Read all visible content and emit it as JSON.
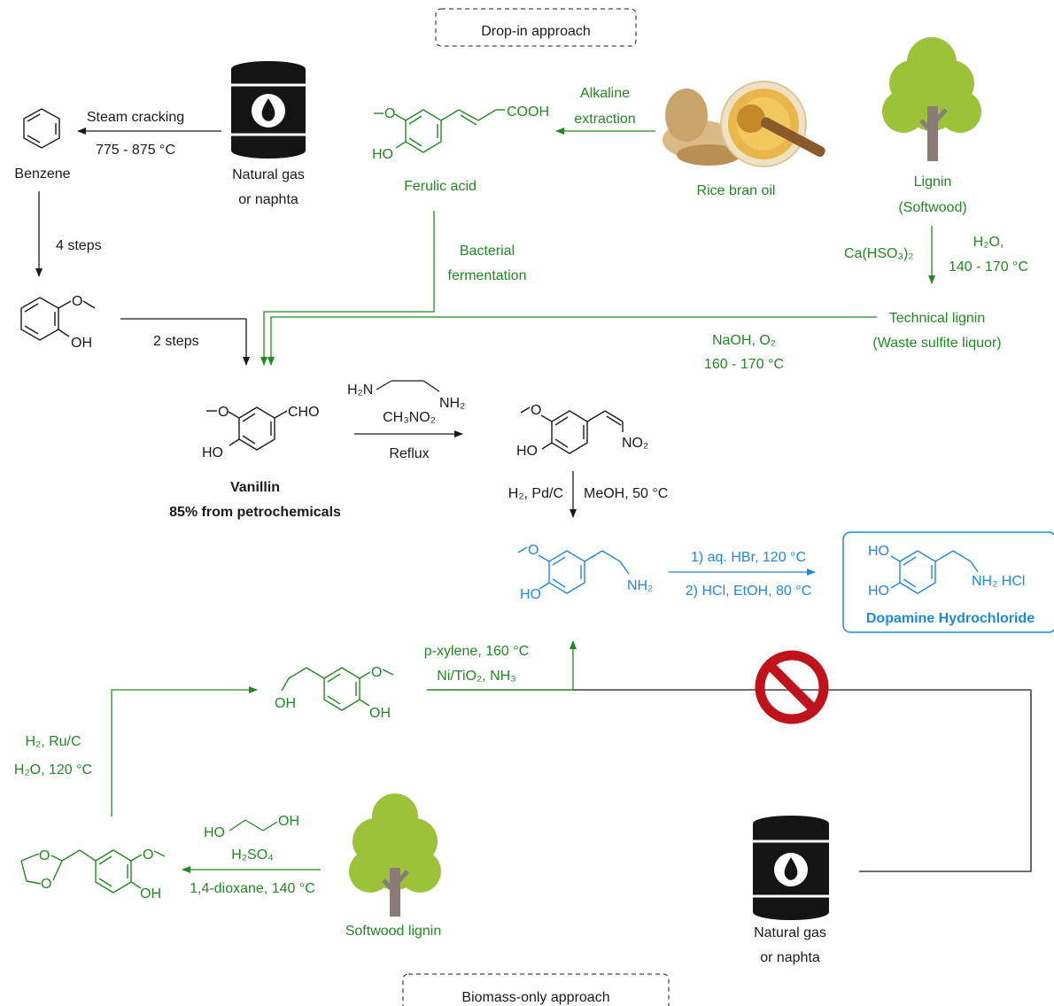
{
  "colors": {
    "black": "#1a1a1a",
    "green": "#1f8a1f",
    "blue": "#1e88e5",
    "tree_leaf": "#9cc23a",
    "tree_trunk": "#8a7a78",
    "prohibit_red": "#c0121b",
    "barrel": "#141414"
  },
  "header": {
    "title": "Drop-in approach"
  },
  "footer": {
    "title": "Biomass-only approach"
  },
  "petro": {
    "source_line1": "Natural gas",
    "source_line2": "or naphta",
    "step1_line1": "Steam cracking",
    "step1_line2": "775 - 875 °C",
    "benzene": "Benzene",
    "step2": "4 steps",
    "step3": "2 steps",
    "guaiacol_oh": "OH"
  },
  "bio_top": {
    "ferulic_acid": "Ferulic acid",
    "ferulic_cooh": "COOH",
    "ferulic_ho": "HO",
    "alkaline_line1": "Alkaline",
    "alkaline_line2": "extraction",
    "rice_bran": "Rice bran oil",
    "fermentation_line1": "Bacterial",
    "fermentation_line2": "fermentation",
    "lignin_line1": "Lignin",
    "lignin_line2": "(Softwood)",
    "sulfite_reagent": "Ca(HSO₃)₂",
    "sulfite_cond1": "H₂O,",
    "sulfite_cond2": "140 - 170 °C",
    "technical_line1": "Technical lignin",
    "technical_line2": "(Waste sulfite liquor)",
    "oxidation1": "NaOH, O₂",
    "oxidation2": "160 - 170 °C"
  },
  "vanillin": {
    "cho": "CHO",
    "ho": "HO",
    "name": "Vanillin",
    "note": "85% from petrochemicals"
  },
  "henry": {
    "reagent_h2n": "H₂N",
    "reagent_nh2": "NH₂",
    "reagent2": "CH₃NO₂",
    "condition": "Reflux",
    "product_ho": "HO",
    "product_no2": "NO₂"
  },
  "reduction": {
    "left": "H₂, Pd/C",
    "right": "MeOH, 50 °C"
  },
  "amine": {
    "ho": "HO",
    "nh2": "NH₂"
  },
  "demethylation": {
    "step1": "1) aq. HBr, 120 °C",
    "step2": "2) HCl, EtOH, 80 °C"
  },
  "dopamine": {
    "ho1": "HO",
    "ho2": "HO",
    "amine": "NH₂  HCl",
    "name": "Dopamine Hydrochloride"
  },
  "bio_bottom": {
    "amination1": "p-xylene, 160 °C",
    "amination2": "Ni/TiO₂, NH₃",
    "alcohol_oh": "OH",
    "alcohol_oh2": "OH",
    "hydrog1": "H₂, Ru/C",
    "hydrog2": "H₂O, 120 °C",
    "glycol_ho": "HO",
    "glycol_oh": "OH",
    "acid": "H₂SO₄",
    "solvent": "1,4-dioxane, 140 °C",
    "acetal_oh": "OH",
    "acetal_o1": "O",
    "acetal_o2": "O",
    "softwood": "Softwood lignin",
    "source_line1": "Natural gas",
    "source_line2": "or naphta"
  }
}
